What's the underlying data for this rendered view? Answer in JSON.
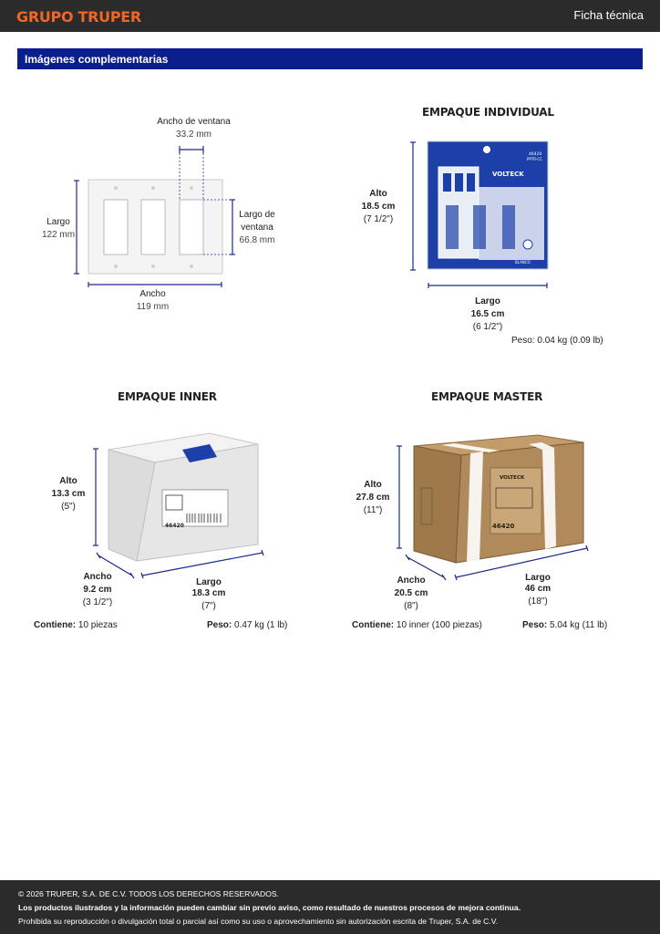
{
  "header": {
    "brand": "GRUPO TRUPER",
    "doc_type": "Ficha técnica"
  },
  "section": {
    "title": "Imágenes complementarias"
  },
  "plate": {
    "window_width_label": "Ancho de ventana",
    "window_width_value": "33.2 mm",
    "length_label": "Largo",
    "length_value": "122 mm",
    "window_length_label_line1": "Largo de",
    "window_length_label_line2": "ventana",
    "window_length_value": "66.8 mm",
    "width_label": "Ancho",
    "width_value": "119 mm"
  },
  "individual": {
    "title": "EMPAQUE INDIVIDUAL",
    "height_label": "Alto",
    "height_cm": "18.5 cm",
    "height_in": "(7 1/2\")",
    "length_label": "Largo",
    "length_cm": "16.5 cm",
    "length_in": "(6 1/2\")",
    "weight_label": "Peso:",
    "weight_value": "0.04 kg (0.09 lb)",
    "pkg_brand": "VOLTECK",
    "pkg_code": "46420",
    "pkg_model": "PPTR-CC",
    "pkg_color": "BLANCO"
  },
  "inner": {
    "title": "EMPAQUE INNER",
    "height_label": "Alto",
    "height_cm": "13.3 cm",
    "height_in": "(5\")",
    "width_label": "Ancho",
    "width_cm": "9.2 cm",
    "width_in": "(3 1/2\")",
    "length_label": "Largo",
    "length_cm": "18.3 cm",
    "length_in": "(7\")",
    "contains_label": "Contiene:",
    "contains_value": "10 piezas",
    "weight_label": "Peso:",
    "weight_value": "0.47 kg (1 lb)",
    "box_code": "46420"
  },
  "master": {
    "title": "EMPAQUE MASTER",
    "height_label": "Alto",
    "height_cm": "27.8 cm",
    "height_in": "(11\")",
    "width_label": "Ancho",
    "width_cm": "20.5 cm",
    "width_in": "(8\")",
    "length_label": "Largo",
    "length_cm": "46 cm",
    "length_in": "(18\")",
    "contains_label": "Contiene:",
    "contains_value": "10 inner (100 piezas)",
    "weight_label": "Peso:",
    "weight_value": "5.04 kg (11 lb)",
    "box_brand": "VOLTECK",
    "box_code": "46420"
  },
  "footer": {
    "copyright": "© 2026 TRUPER, S.A. DE C.V. TODOS LOS DERECHOS RESERVADOS.",
    "notice": "Los productos ilustrados y la información pueden cambiar sin previo aviso, como resultado de nuestros procesos de mejora continua.",
    "prohibition": "Prohibida su reproducción o divulgación total o parcial así como su uso o aprovechamiento sin autorización escrita de Truper, S.A. de C.V."
  },
  "colors": {
    "brand_orange": "#f26522",
    "section_blue": "#0b1f8c",
    "dimension_line": "#1c2a8a",
    "dark_bar": "#2b2b2b",
    "package_blue": "#1c3fa8",
    "cardboard": "#b08a5a"
  }
}
